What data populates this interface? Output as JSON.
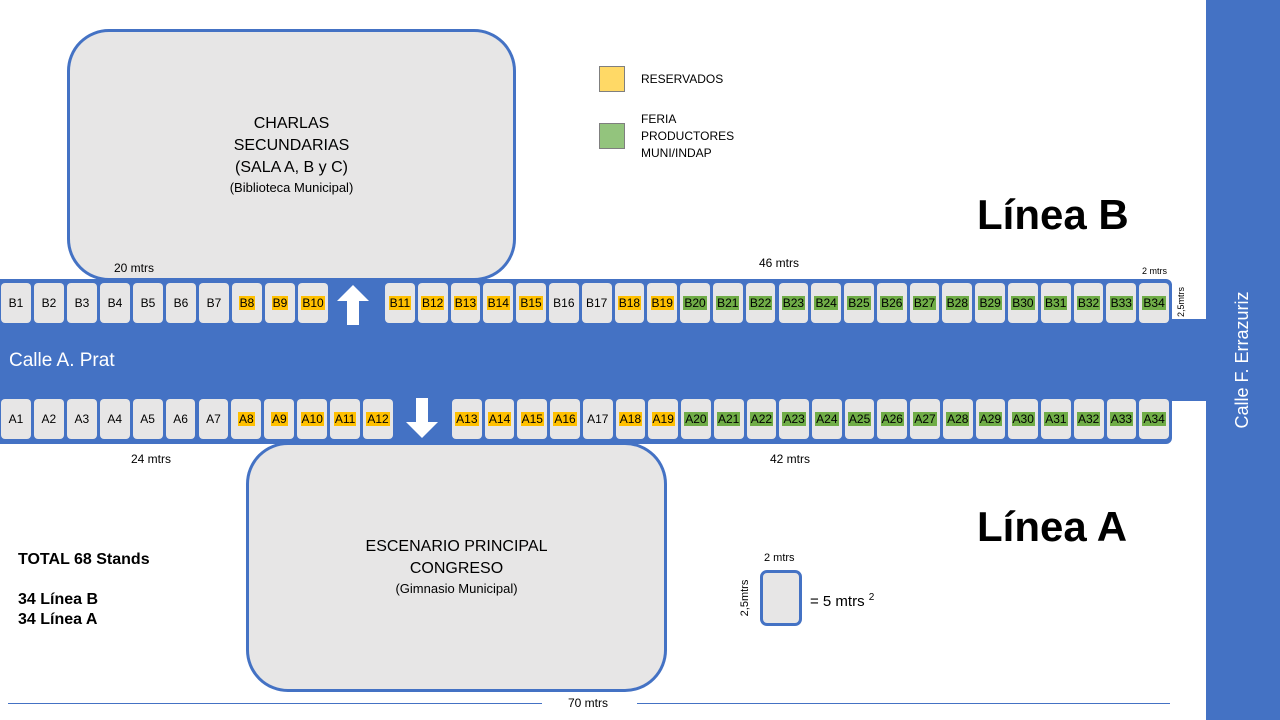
{
  "venues": {
    "charlas": {
      "title": "CHARLAS\nSECUNDARIAS\n(SALA A, B y C)",
      "subtitle": "(Biblioteca Municipal)"
    },
    "escenario": {
      "title": "ESCENARIO PRINCIPAL\nCONGRESO",
      "subtitle": "(Gimnasio Municipal)"
    }
  },
  "streets": {
    "prat": "Calle A. Prat",
    "errazuriz": "Calle F. Errazuriz"
  },
  "legend": [
    {
      "label": "RESERVADOS",
      "color": "#ffd966"
    },
    {
      "label": "FERIA\nPRODUCTORES\nMUNI/INDAP",
      "color": "#93c47d"
    }
  ],
  "lines": {
    "b": "Línea B",
    "a": "Línea A"
  },
  "totals": {
    "total": "TOTAL 68 Stands",
    "breakdown": "34 Línea B\n34 Línea A"
  },
  "measurements": {
    "b_left": "20 mtrs",
    "b_right": "46 mtrs",
    "b_corner": "2 mtrs",
    "b_height": "2,5mtrs",
    "a_left": "24 mtrs",
    "a_right": "42 mtrs",
    "total_width": "70 mtrs"
  },
  "scale": {
    "width": "2 mtrs",
    "height": "2,5mtrs",
    "label": "= 5 mtrs",
    "exp": "2"
  },
  "row_b": {
    "stalls": [
      "B1",
      "B2",
      "B3",
      "B4",
      "B5",
      "B6",
      "B7",
      "B8",
      "B9",
      "B10",
      "B11",
      "B12",
      "B13",
      "B14",
      "B15",
      "B16",
      "B17",
      "B18",
      "B19",
      "B20",
      "B21",
      "B22",
      "B23",
      "B24",
      "B25",
      "B26",
      "B27",
      "B28",
      "B29",
      "B30",
      "B31",
      "B32",
      "B33",
      "B34"
    ],
    "reserved": [
      "B8",
      "B9",
      "B10",
      "B11",
      "B12",
      "B13",
      "B14",
      "B15",
      "B18",
      "B19"
    ],
    "feria": [
      "B20",
      "B21",
      "B22",
      "B23",
      "B24",
      "B25",
      "B26",
      "B27",
      "B28",
      "B29",
      "B30",
      "B31",
      "B32",
      "B33",
      "B34"
    ]
  },
  "row_a": {
    "stalls": [
      "A1",
      "A2",
      "A3",
      "A4",
      "A5",
      "A6",
      "A7",
      "A8",
      "A9",
      "A10",
      "A11",
      "A12",
      "A13",
      "A14",
      "A15",
      "A16",
      "A17",
      "A18",
      "A19",
      "A20",
      "A21",
      "A22",
      "A23",
      "A24",
      "A25",
      "A26",
      "A27",
      "A28",
      "A29",
      "A30",
      "A31",
      "A32",
      "A33",
      "A34"
    ],
    "reserved": [
      "A8",
      "A9",
      "A10",
      "A11",
      "A12",
      "A13",
      "A14",
      "A15",
      "A16",
      "A18",
      "A19"
    ],
    "feria": [
      "A20",
      "A21",
      "A22",
      "A23",
      "A24",
      "A25",
      "A26",
      "A27",
      "A28",
      "A29",
      "A30",
      "A31",
      "A32",
      "A33",
      "A34"
    ]
  },
  "colors": {
    "street": "#4472c4",
    "stall": "#e7e6e6",
    "reserved": "#ffc000",
    "feria": "#70ad47"
  }
}
